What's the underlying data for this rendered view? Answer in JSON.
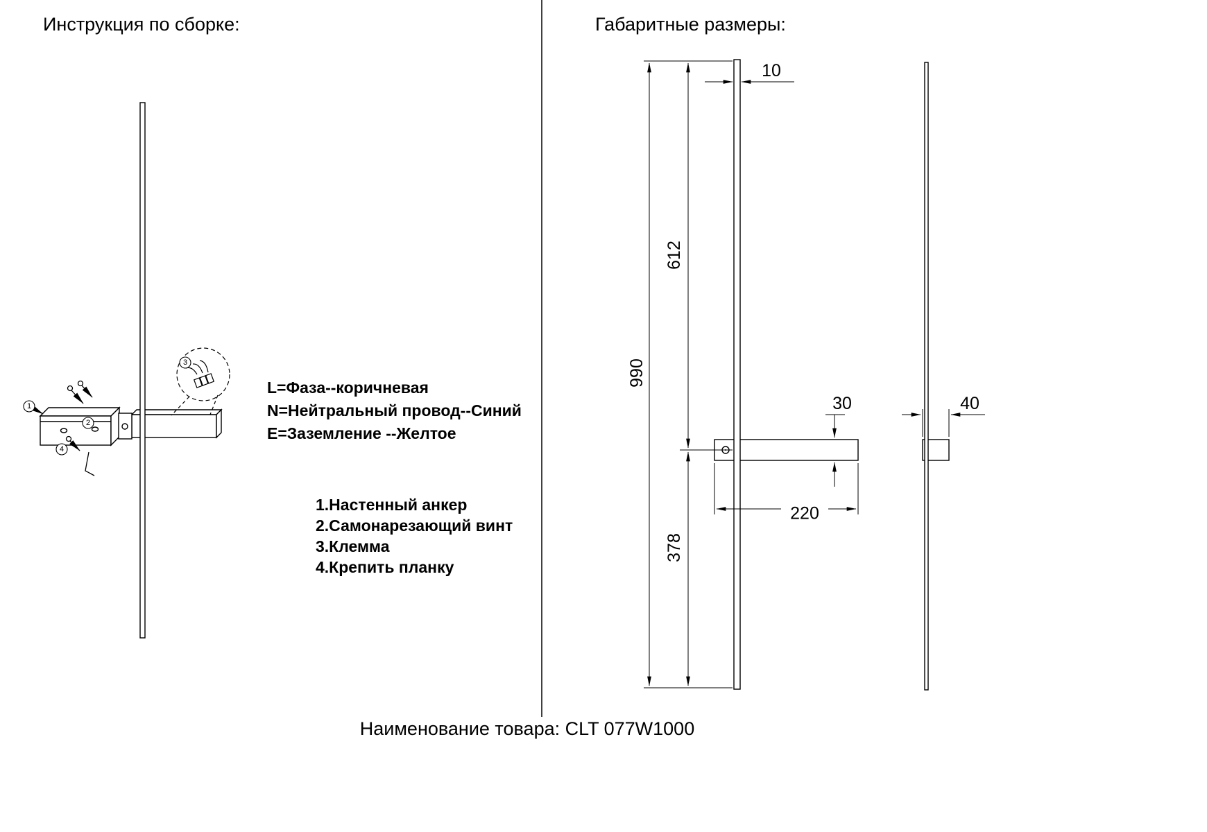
{
  "page": {
    "background": "#ffffff",
    "line_color": "#000000",
    "footer": "Наименование товара: CLT 077W1000"
  },
  "assembly": {
    "title": "Инструкция по сборке:",
    "wiring": [
      "L=Фаза--коричневая",
      "N=Нейтральный провод--Синий",
      "E=Заземление --Желтое"
    ],
    "parts": [
      "1.Настенный анкер",
      "2.Самонарезающий винт",
      "3.Клемма",
      "4.Крепить планку"
    ],
    "callouts": [
      "1",
      "2",
      "3",
      "4"
    ]
  },
  "dimensions": {
    "title": "Габаритные размеры:",
    "total_height": "990",
    "upper_height": "612",
    "lower_height": "378",
    "tube_width": "10",
    "bracket_height": "30",
    "bracket_length": "220",
    "depth": "40"
  }
}
